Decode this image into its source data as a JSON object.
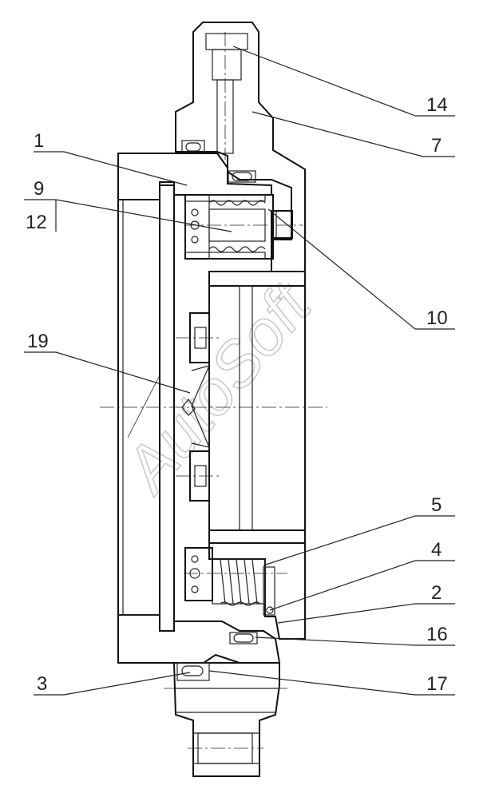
{
  "callouts": [
    {
      "id": "c1",
      "text": "1"
    },
    {
      "id": "c9",
      "text": "9"
    },
    {
      "id": "c12",
      "text": "12"
    },
    {
      "id": "c19",
      "text": "19"
    },
    {
      "id": "c3",
      "text": "3"
    },
    {
      "id": "c14",
      "text": "14"
    },
    {
      "id": "c7",
      "text": "7"
    },
    {
      "id": "c10",
      "text": "10"
    },
    {
      "id": "c5",
      "text": "5"
    },
    {
      "id": "c4",
      "text": "4"
    },
    {
      "id": "c2",
      "text": "2"
    },
    {
      "id": "c16",
      "text": "16"
    },
    {
      "id": "c17",
      "text": "17"
    }
  ],
  "watermark": "AutoSoft"
}
